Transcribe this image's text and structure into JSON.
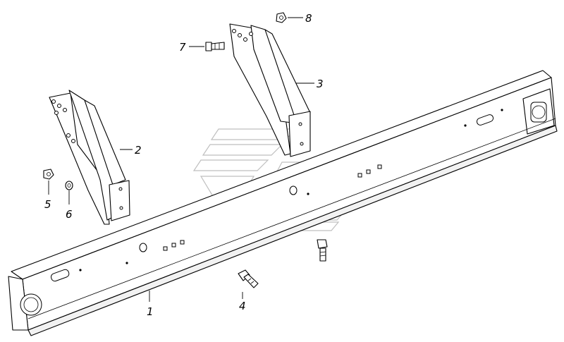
{
  "callouts": [
    {
      "id": "1",
      "label": "1"
    },
    {
      "id": "2",
      "label": "2"
    },
    {
      "id": "3",
      "label": "3"
    },
    {
      "id": "4",
      "label": "4"
    },
    {
      "id": "5",
      "label": "5"
    },
    {
      "id": "6",
      "label": "6"
    },
    {
      "id": "7",
      "label": "7"
    },
    {
      "id": "8",
      "label": "8"
    }
  ],
  "colors": {
    "line": "#000000",
    "background": "#ffffff",
    "watermark": "#8a8a8a"
  }
}
